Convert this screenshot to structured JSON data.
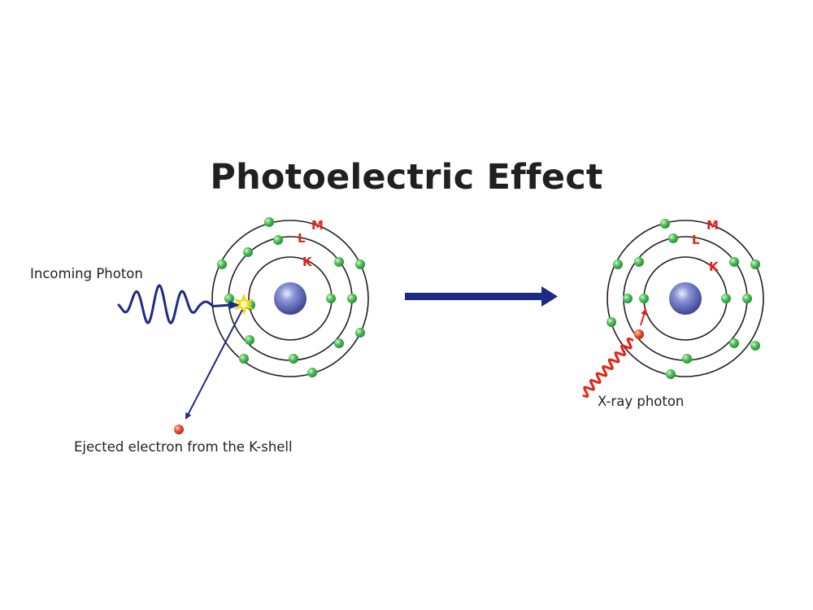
{
  "title": "Photoelectric Effect",
  "labels": {
    "incoming_photon": "Incoming Photon",
    "ejected_electron": "Ejected electron from the K-shell",
    "xray_photon": "X-ray photon"
  },
  "shells": {
    "k": "K",
    "l": "L",
    "m": "M"
  },
  "colors": {
    "orbit": "#231f20",
    "electron": "#3cb24a",
    "nucleus": "#5b66b3",
    "photon": "#1e2a86",
    "xray": "#e1251b",
    "shell_label": "#e1251b",
    "spark": "#f5e200"
  },
  "icons": [
    "atom-before",
    "atom-after",
    "incoming-photon-wave",
    "ejected-electron-arrow",
    "process-arrow",
    "xray-photon-wave"
  ]
}
